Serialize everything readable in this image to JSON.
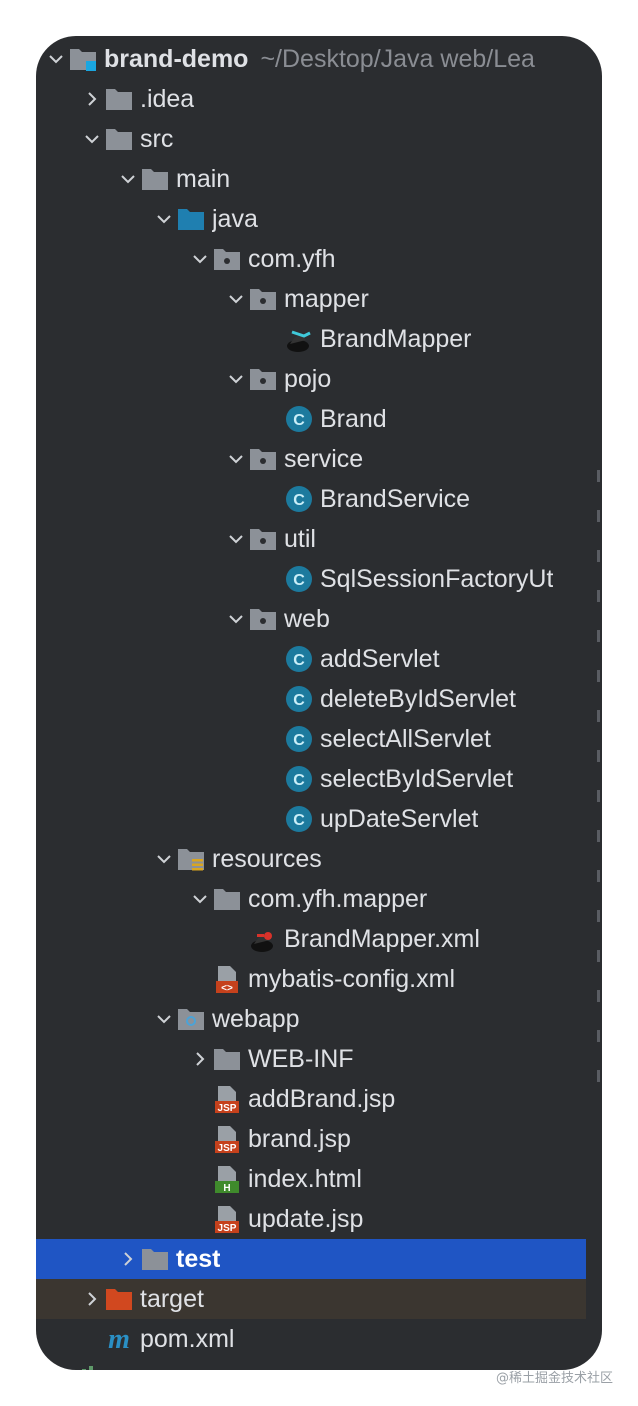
{
  "tree": {
    "root": {
      "name": "brand-demo",
      "path": "~/Desktop/Java web/Lea"
    },
    "items": [
      {
        "label": ".idea",
        "indent": 1,
        "chevron": "right",
        "icon": "folder"
      },
      {
        "label": "src",
        "indent": 1,
        "chevron": "down",
        "icon": "folder"
      },
      {
        "label": "main",
        "indent": 2,
        "chevron": "down",
        "icon": "folder"
      },
      {
        "label": "java",
        "indent": 3,
        "chevron": "down",
        "icon": "source-folder"
      },
      {
        "label": "com.yfh",
        "indent": 4,
        "chevron": "down",
        "icon": "package"
      },
      {
        "label": "mapper",
        "indent": 5,
        "chevron": "down",
        "icon": "package"
      },
      {
        "label": "BrandMapper",
        "indent": 6,
        "chevron": "none",
        "icon": "mybatis-interface"
      },
      {
        "label": "pojo",
        "indent": 5,
        "chevron": "down",
        "icon": "package"
      },
      {
        "label": "Brand",
        "indent": 6,
        "chevron": "none",
        "icon": "class"
      },
      {
        "label": "service",
        "indent": 5,
        "chevron": "down",
        "icon": "package"
      },
      {
        "label": "BrandService",
        "indent": 6,
        "chevron": "none",
        "icon": "class"
      },
      {
        "label": "util",
        "indent": 5,
        "chevron": "down",
        "icon": "package"
      },
      {
        "label": "SqlSessionFactoryUt",
        "indent": 6,
        "chevron": "none",
        "icon": "class"
      },
      {
        "label": "web",
        "indent": 5,
        "chevron": "down",
        "icon": "package"
      },
      {
        "label": "addServlet",
        "indent": 6,
        "chevron": "none",
        "icon": "class"
      },
      {
        "label": "deleteByIdServlet",
        "indent": 6,
        "chevron": "none",
        "icon": "class"
      },
      {
        "label": "selectAllServlet",
        "indent": 6,
        "chevron": "none",
        "icon": "class"
      },
      {
        "label": "selectByIdServlet",
        "indent": 6,
        "chevron": "none",
        "icon": "class"
      },
      {
        "label": "upDateServlet",
        "indent": 6,
        "chevron": "none",
        "icon": "class"
      },
      {
        "label": "resources",
        "indent": 3,
        "chevron": "down",
        "icon": "resources-folder"
      },
      {
        "label": "com.yfh.mapper",
        "indent": 4,
        "chevron": "down",
        "icon": "folder"
      },
      {
        "label": "BrandMapper.xml",
        "indent": 5,
        "chevron": "none",
        "icon": "mybatis-xml"
      },
      {
        "label": "mybatis-config.xml",
        "indent": 4,
        "chevron": "none",
        "icon": "xml-file"
      },
      {
        "label": "webapp",
        "indent": 3,
        "chevron": "down",
        "icon": "web-folder"
      },
      {
        "label": "WEB-INF",
        "indent": 4,
        "chevron": "right",
        "icon": "folder"
      },
      {
        "label": "addBrand.jsp",
        "indent": 4,
        "chevron": "none",
        "icon": "jsp-file"
      },
      {
        "label": "brand.jsp",
        "indent": 4,
        "chevron": "none",
        "icon": "jsp-file"
      },
      {
        "label": "index.html",
        "indent": 4,
        "chevron": "none",
        "icon": "html-file"
      },
      {
        "label": "update.jsp",
        "indent": 4,
        "chevron": "none",
        "icon": "jsp-file"
      },
      {
        "label": "test",
        "indent": 2,
        "chevron": "right",
        "icon": "folder",
        "state": "selected"
      },
      {
        "label": "target",
        "indent": 1,
        "chevron": "right",
        "icon": "excluded-folder",
        "state": "excluded"
      },
      {
        "label": "pom.xml",
        "indent": 1,
        "chevron": "none",
        "icon": "maven-file"
      }
    ]
  },
  "badges": {
    "jsp": "JSP",
    "html": "H",
    "xml": "<>",
    "class": "C",
    "maven": "m"
  },
  "colors": {
    "background": "#2b2d30",
    "selected": "#1f55c4",
    "excluded": "#3b3630",
    "folder": "#8c9198",
    "source_folder": "#1f7fb0",
    "class_icon": "#1c7a9e",
    "jsp": "#c5411c",
    "html": "#3f8a2c",
    "target_folder": "#d1481f",
    "maven": "#2a8fc4"
  },
  "watermark": "@稀土掘金技术社区"
}
